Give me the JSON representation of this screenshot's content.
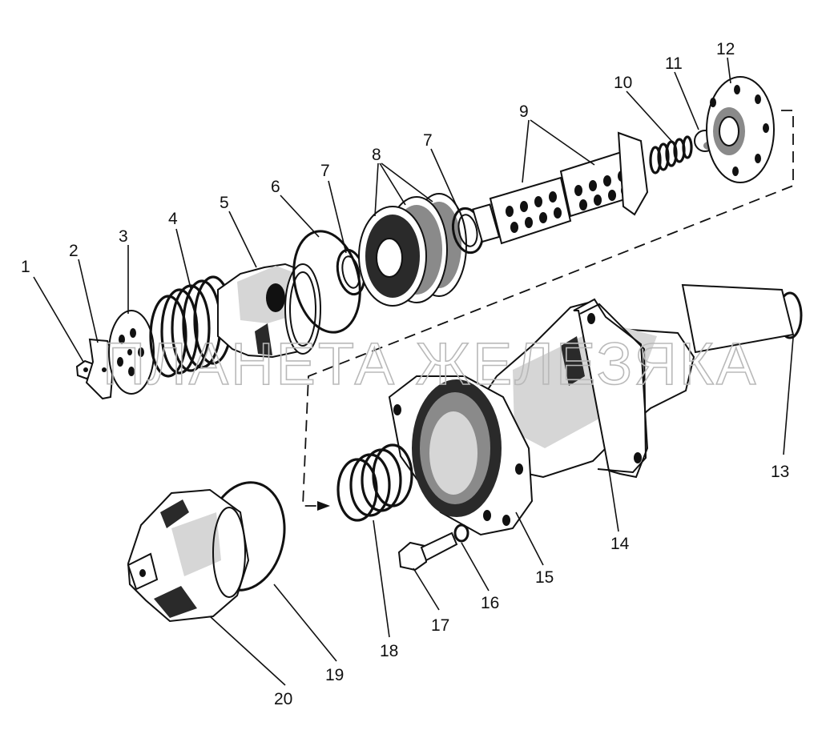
{
  "watermark": "ПЛАНЕТА ЖЕЛЕЗЯКА",
  "callouts": {
    "c1": "1",
    "c2": "2",
    "c3": "3",
    "c4": "4",
    "c5": "5",
    "c6": "6",
    "c7a": "7",
    "c7b": "7",
    "c8": "8",
    "c9": "9",
    "c10": "10",
    "c11": "11",
    "c12": "12",
    "c13": "13",
    "c14": "14",
    "c15": "15",
    "c16": "16",
    "c17": "17",
    "c18": "18",
    "c19": "19",
    "c20": "20"
  }
}
